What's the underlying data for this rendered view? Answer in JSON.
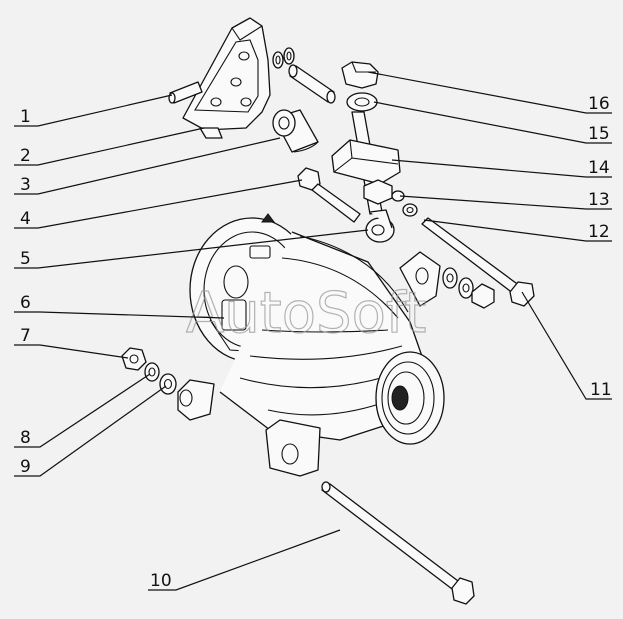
{
  "watermark": "AutoSoft",
  "callouts": [
    "1",
    "2",
    "3",
    "4",
    "5",
    "6",
    "7",
    "8",
    "9",
    "10",
    "11",
    "12",
    "13",
    "14",
    "15",
    "16"
  ],
  "parts": [
    "bracket",
    "pin",
    "spacer-sleeve",
    "nut",
    "tension-rod",
    "alternator",
    "nut-left",
    "washer-left-1",
    "washer-left-2",
    "long-bolt",
    "bolt-right",
    "nut-right",
    "washer-right"
  ]
}
